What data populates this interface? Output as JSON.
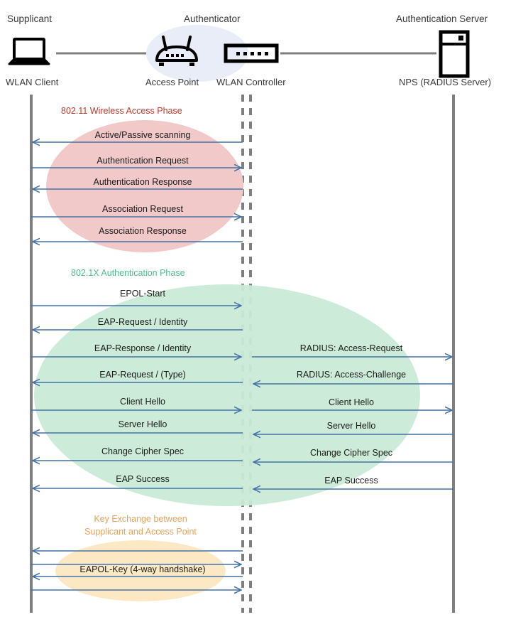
{
  "diagram": {
    "title_role_supplicant": "Supplicant",
    "title_role_authenticator": "Authenticator",
    "title_role_auth_server": "Authentication Server",
    "colors": {
      "phase_80211": "#C0392B",
      "phase_8021x": "#4FBE8E",
      "phase_key": "#E8A35C",
      "arrow": "#4472A8",
      "lifeline": "#7F7F7F",
      "ellipse_80211_fill": "#F2C9C9",
      "ellipse_8021x_fill": "#C9EBD7",
      "ellipse_key_fill": "#FCE9C4",
      "ellipse_auth_fill": "#E8EDF7",
      "connector": "#808080",
      "icon": "#000000"
    }
  },
  "nodes": [
    {
      "role": "Supplicant",
      "label": "WLAN Client",
      "icon": "laptop-icon"
    },
    {
      "role": "Authenticator",
      "label": "Access Point",
      "icon": "wireless-router-icon"
    },
    {
      "role": "",
      "label": "WLAN Controller",
      "icon": "network-switch-icon"
    },
    {
      "role": "Authentication Server",
      "label": "NPS (RADIUS Server)",
      "icon": "server-rack-icon"
    }
  ],
  "phases": [
    {
      "id": "phase-80211",
      "title": "802.11 Wireless Access Phase",
      "color": "#C0392B",
      "messages": [
        {
          "label": "Active/Passive scanning",
          "direction": "left",
          "segment": "left"
        },
        {
          "label": "Authentication Request",
          "direction": "right",
          "segment": "left"
        },
        {
          "label": "Authentication Response",
          "direction": "left",
          "segment": "left"
        },
        {
          "label": "Association Request",
          "direction": "right",
          "segment": "left"
        },
        {
          "label": "Association Response",
          "direction": "left",
          "segment": "left"
        }
      ]
    },
    {
      "id": "phase-8021x",
      "title": "802.1X Authentication Phase",
      "color": "#4FBE8E",
      "messages": [
        {
          "label": "EPOL-Start",
          "direction": "right",
          "segment": "left"
        },
        {
          "label": "EAP-Request / Identity",
          "direction": "left",
          "segment": "left"
        },
        {
          "label": "EAP-Response / Identity",
          "direction": "right",
          "segment": "left"
        },
        {
          "label": "RADIUS: Access-Request",
          "direction": "right",
          "segment": "right"
        },
        {
          "label": "EAP-Request / (Type)",
          "direction": "left",
          "segment": "left"
        },
        {
          "label": "RADIUS: Access-Challenge",
          "direction": "left",
          "segment": "right"
        },
        {
          "label": "Client Hello",
          "direction": "right",
          "segment": "left"
        },
        {
          "label": "Client Hello",
          "direction": "right",
          "segment": "right"
        },
        {
          "label": "Server Hello",
          "direction": "left",
          "segment": "left"
        },
        {
          "label": "Server Hello",
          "direction": "left",
          "segment": "right"
        },
        {
          "label": "Change Cipher Spec",
          "direction": "left",
          "segment": "left"
        },
        {
          "label": "Change Cipher Spec",
          "direction": "left",
          "segment": "right"
        },
        {
          "label": "EAP Success",
          "direction": "left",
          "segment": "left"
        },
        {
          "label": "EAP Success",
          "direction": "left",
          "segment": "right"
        }
      ]
    },
    {
      "id": "phase-key-exchange",
      "title": "Key Exchange between\nSupplicant and Access Point",
      "title_line1": "Key Exchange between",
      "title_line2": "Supplicant and Access Point",
      "color": "#E8A35C",
      "messages": [
        {
          "label": "",
          "direction": "left",
          "segment": "left"
        },
        {
          "label": "",
          "direction": "right",
          "segment": "left"
        },
        {
          "label": "EAPOL-Key (4-way handshake)",
          "direction": "left",
          "segment": "left"
        },
        {
          "label": "",
          "direction": "right",
          "segment": "left"
        }
      ]
    }
  ]
}
